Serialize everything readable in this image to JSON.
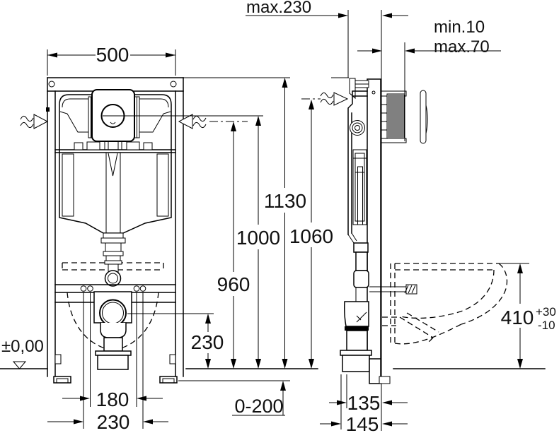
{
  "drawing": {
    "front_view": {
      "frame_width": "500",
      "frame_height": "1130",
      "supply_height": "1060",
      "actuator_height": "1000",
      "water_connection_height": "960",
      "outlet_center_height": "230",
      "floor_datum": "±0,00",
      "fixing_span_narrow": "180",
      "fixing_span_wide": "230",
      "foot_adjustment_range": "0-200"
    },
    "side_view": {
      "max_depth": "max.230",
      "wall_finish_min": "min.10",
      "wall_finish_max": "max.70",
      "bowl_rim_height": "410",
      "bowl_rim_tolerance_plus": "+30",
      "bowl_rim_tolerance_minus": "-10",
      "outlet_wall_distance": "135",
      "socket_wall_distance": "145"
    }
  }
}
